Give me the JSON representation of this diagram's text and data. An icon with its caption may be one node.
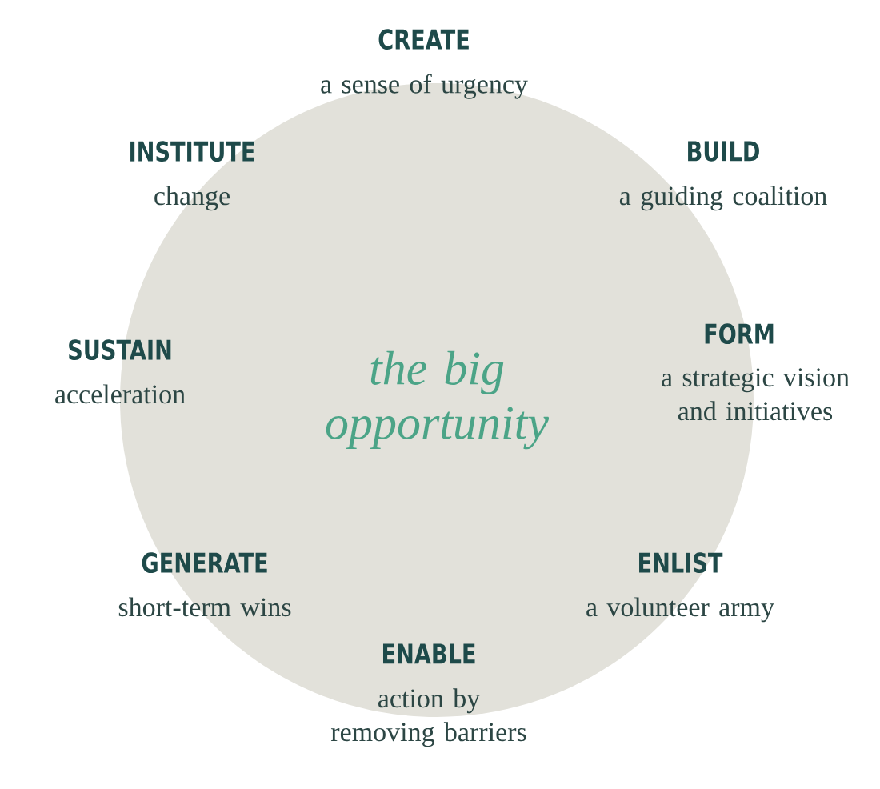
{
  "diagram": {
    "nodes": [
      {
        "text": [
          "the big opportunity"
        ]
      }
    ],
    "labels": [
      "CREATE",
      "a sense of urgency",
      "INSTITUTE",
      "change",
      "BUILD",
      "a guiding coalition",
      "FORM",
      "a strategic vision and initiatives",
      "SUSTAIN",
      "acceleration",
      "GENERATE",
      "short-term wins",
      "ENLIST",
      "a volunteer army",
      "ENABLE",
      "action by removing barriers"
    ]
  }
}
